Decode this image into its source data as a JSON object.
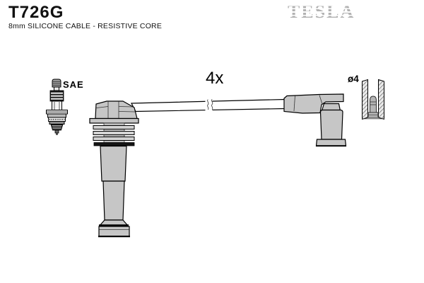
{
  "header": {
    "product_code": "T726G",
    "description": "8mm SILICONE CABLE - RESISTIVE CORE",
    "brand": "TESLA"
  },
  "diagram": {
    "annotations": {
      "plug_terminal_type": "SAE",
      "quantity": "4x",
      "coil_terminal_diameter": "ø4"
    },
    "parts": [
      "spark-plug",
      "coil-top-boot",
      "silicone-cable",
      "elbow-boot",
      "terminal-cross-section"
    ],
    "colors": {
      "part_fill": "#c6c6c6",
      "outline": "#000000",
      "brand_gray": "#b2b2b2",
      "dark_band": "#151515",
      "background": "#ffffff"
    }
  }
}
